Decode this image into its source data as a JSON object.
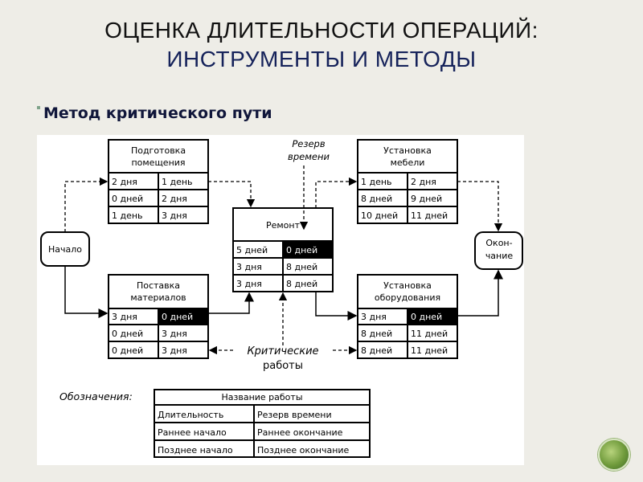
{
  "header": {
    "title_line1": "ОЦЕНКА ДЛИТЕЛЬНОСТИ ОПЕРАЦИЙ:",
    "title_line2": "ИНСТРУМЕНТЫ И МЕТОДЫ",
    "bullet": "Метод критического пути"
  },
  "diagram": {
    "nodes": {
      "n1": {
        "title1": "Подготовка",
        "title2": "помещения",
        "cells": [
          [
            "2 дня",
            "1 день"
          ],
          [
            "0 дней",
            "2 дня"
          ],
          [
            "1 день",
            "3 дня"
          ]
        ]
      },
      "n2": {
        "title1": "Поставка",
        "title2": "материалов",
        "cells": [
          [
            "3 дня",
            "0 дней"
          ],
          [
            "0 дней",
            "3 дня"
          ],
          [
            "0 дней",
            "3 дня"
          ]
        ]
      },
      "n3": {
        "title1": "Ремонт",
        "cells": [
          [
            "5 дней",
            "0 дней"
          ],
          [
            "3 дня",
            "8 дней"
          ],
          [
            "3 дня",
            "8 дней"
          ]
        ]
      },
      "n4": {
        "title1": "Установка",
        "title2": "мебели",
        "cells": [
          [
            "1 день",
            "2 дня"
          ],
          [
            "8 дней",
            "9 дней"
          ],
          [
            "10 дней",
            "11 дней"
          ]
        ]
      },
      "n5": {
        "title1": "Установка",
        "title2": "оборудования",
        "cells": [
          [
            "3 дня",
            "0 дней"
          ],
          [
            "8 дней",
            "11 дней"
          ],
          [
            "8 дней",
            "11 дней"
          ]
        ]
      }
    },
    "start": "Начало",
    "end1": "Окон-",
    "end2": "чание",
    "reserve1": "Резерв",
    "reserve2": "времени",
    "critical1": "Критические",
    "critical2": "работы"
  },
  "legend": {
    "label": "Обозначения:",
    "header": "Название работы",
    "rows": [
      [
        "Длительность",
        "Резерв времени"
      ],
      [
        "Раннее начало",
        "Раннее окончание"
      ],
      [
        "Позднее начало",
        "Позднее окончание"
      ]
    ]
  }
}
